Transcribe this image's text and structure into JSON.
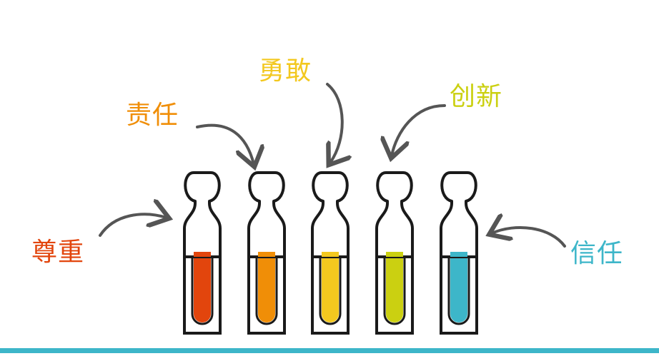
{
  "values": [
    {
      "label": "尊重",
      "color": "#E2450D"
    },
    {
      "label": "责任",
      "color": "#F08E07"
    },
    {
      "label": "勇敢",
      "color": "#F3C81F"
    },
    {
      "label": "创新",
      "color": "#CBD011"
    },
    {
      "label": "信任",
      "color": "#3DB6C9"
    }
  ],
  "colors": {
    "outline": "#1A1A1A",
    "arrow": "#555555",
    "bottom_line": "#3DB6C9",
    "background": "#FFFFFF"
  }
}
